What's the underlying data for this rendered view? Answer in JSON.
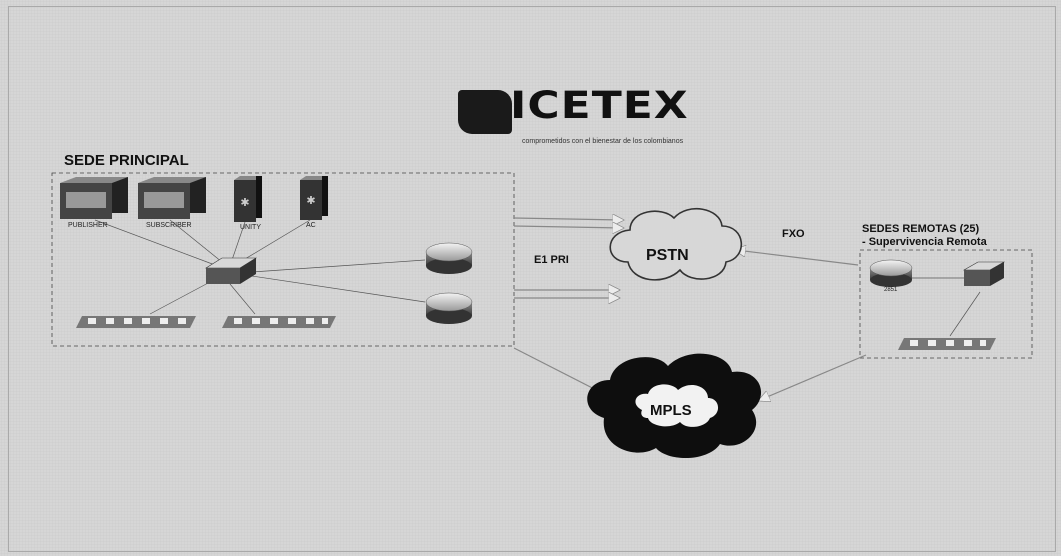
{
  "logo": {
    "name": "ICETEX",
    "tagline": "comprometidos con el bienestar de los colombianos"
  },
  "sede_principal": {
    "title": "SEDE PRINCIPAL",
    "servers": [
      "PUBLISHER",
      "SUBSCRIBER",
      "UNITY",
      "AC"
    ]
  },
  "links": {
    "e1": "E1 PRI",
    "fxo": "FXO"
  },
  "clouds": {
    "pstn": "PSTN",
    "mpls": "MPLS"
  },
  "sedes_remotas": {
    "title": "SEDES REMOTAS (25)",
    "subtitle": "- Supervivencia Remota",
    "router_label": "2851"
  }
}
